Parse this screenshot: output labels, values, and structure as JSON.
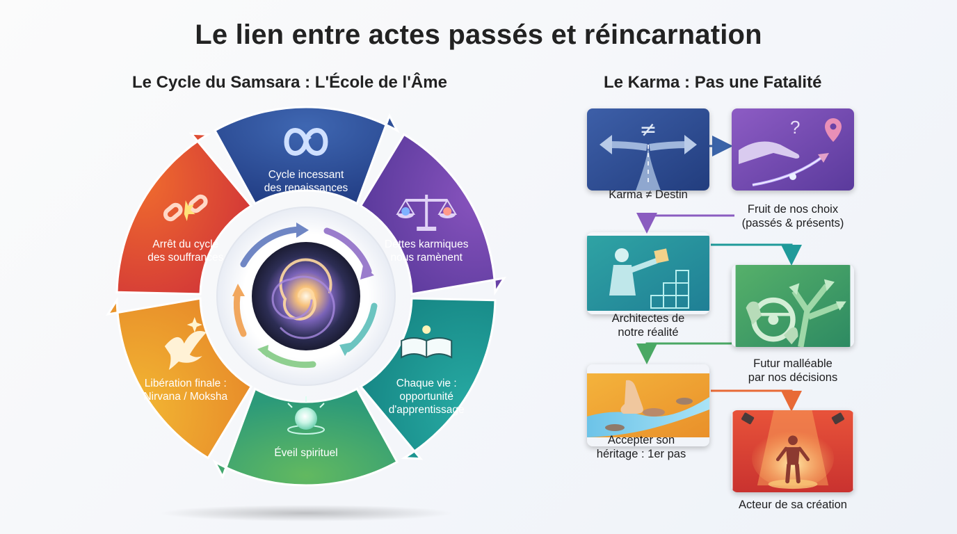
{
  "title": "Le lien entre actes passés et réincarnation",
  "left_panel": {
    "subtitle": "Le Cycle du Samsara : L'École de l'Âme",
    "segments": [
      {
        "line1": "Cycle incessant",
        "line2": "des renaissances",
        "icon": "infinity-icon",
        "color": "#2f4f98"
      },
      {
        "line1": "Dettes karmiques",
        "line2": "nous ramènent",
        "icon": "scales-icon",
        "color": "#6a43a6"
      },
      {
        "line1": "Chaque vie :",
        "line2": "opportunité",
        "line3": "d'apprentissage",
        "icon": "open-book-icon",
        "color": "#1e9a99"
      },
      {
        "line1": "Éveil spirituel",
        "icon": "glowing-orb-icon",
        "color": "#3ea76a"
      },
      {
        "line1": "Libération finale :",
        "line2": "Nirvana / Moksha",
        "icon": "dove-icon",
        "color": "#eaa22c"
      },
      {
        "line1": "Arrêt du cycle",
        "line2": "des souffrances",
        "icon": "broken-chain-icon",
        "color": "#e04d34"
      }
    ]
  },
  "right_panel": {
    "subtitle": "Le Karma : Pas une Fatalité",
    "cards": [
      {
        "label": "Karma ≠ Destin",
        "icon": "crossroads-icon"
      },
      {
        "label": "Fruit de nos choix\n(passés & présents)",
        "icon": "pointing-hand-path-icon"
      },
      {
        "label": "Architectes de\nnotre réalité",
        "icon": "builder-blocks-icon"
      },
      {
        "label": "Futur malléable\npar nos décisions",
        "icon": "steering-wheel-icon"
      },
      {
        "label": "Accepter son\nhéritage : 1er pas",
        "icon": "stepping-stones-icon"
      },
      {
        "label": "Acteur de sa création",
        "icon": "spotlight-actor-icon"
      }
    ]
  }
}
